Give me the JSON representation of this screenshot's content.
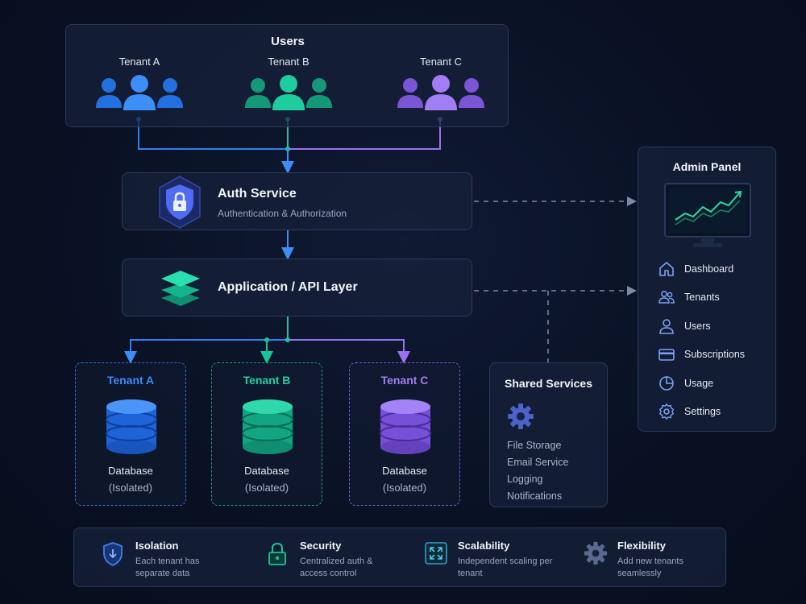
{
  "users": {
    "title": "Users",
    "tenants": [
      "Tenant A",
      "Tenant B",
      "Tenant C"
    ]
  },
  "auth": {
    "title": "Auth Service",
    "subtitle": "Authentication & Authorization"
  },
  "api": {
    "title": "Application / API Layer"
  },
  "databases": [
    {
      "tenant": "Tenant A",
      "label": "Database",
      "note": "(Isolated)",
      "color": "#2f7ff0"
    },
    {
      "tenant": "Tenant B",
      "label": "Database",
      "note": "(Isolated)",
      "color": "#19c59a"
    },
    {
      "tenant": "Tenant C",
      "label": "Database",
      "note": "(Isolated)",
      "color": "#9a72ef"
    }
  ],
  "shared": {
    "title": "Shared Services",
    "items": [
      "File Storage",
      "Email Service",
      "Logging",
      "Notifications"
    ]
  },
  "admin": {
    "title": "Admin Panel",
    "items": [
      {
        "label": "Dashboard",
        "icon": "home-icon"
      },
      {
        "label": "Tenants",
        "icon": "people-icon"
      },
      {
        "label": "Users",
        "icon": "user-icon"
      },
      {
        "label": "Subscriptions",
        "icon": "card-icon"
      },
      {
        "label": "Usage",
        "icon": "pie-chart-icon"
      },
      {
        "label": "Settings",
        "icon": "gear-icon"
      }
    ]
  },
  "features": [
    {
      "title": "Isolation",
      "desc": "Each tenant has separate data",
      "icon": "shield-icon"
    },
    {
      "title": "Security",
      "desc": "Centralized auth & access control",
      "icon": "lock-icon"
    },
    {
      "title": "Scalability",
      "desc": "Independent scaling per tenant",
      "icon": "expand-icon"
    },
    {
      "title": "Flexibility",
      "desc": "Add new tenants seamlessly",
      "icon": "gear-icon"
    }
  ],
  "colors": {
    "blue": "#2f7ff0",
    "green": "#19c59a",
    "purple": "#9a72ef",
    "background": "#0a1124"
  }
}
